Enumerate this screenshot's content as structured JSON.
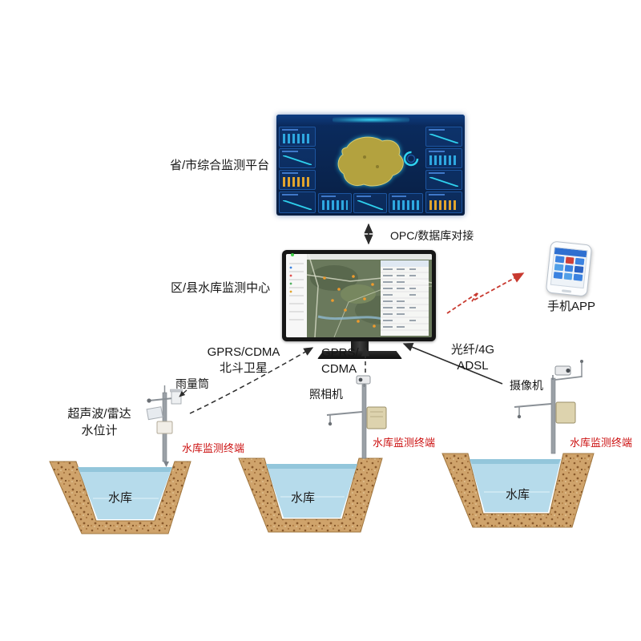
{
  "labels": {
    "platform": "省/市综合监测平台",
    "opc_link": "OPC/数据库对接",
    "center": "区/县水库监测中心",
    "phone_app": "手机APP",
    "link_left_line1": "GPRS/CDMA",
    "link_left_line2": "北斗卫星",
    "link_mid_line1": "GPRS/",
    "link_mid_line2": "CDMA",
    "link_right_line1": "光纤/4G",
    "link_right_line2": "ADSL",
    "rain_gauge": "雨量筒",
    "water_level_line1": "超声波/雷达",
    "water_level_line2": "水位计",
    "camera_middle": "照相机",
    "camera_right": "摄像机",
    "terminal": "水库监测终端",
    "reservoir": "水库"
  },
  "colors": {
    "terminal-red": "#cc1111",
    "arrow-red": "#c8392f",
    "soil": "#cfa36b",
    "water": "#b6dbeb",
    "dashboard-bg": "#0b2c60",
    "accent-cyan": "#2fd3f0"
  }
}
